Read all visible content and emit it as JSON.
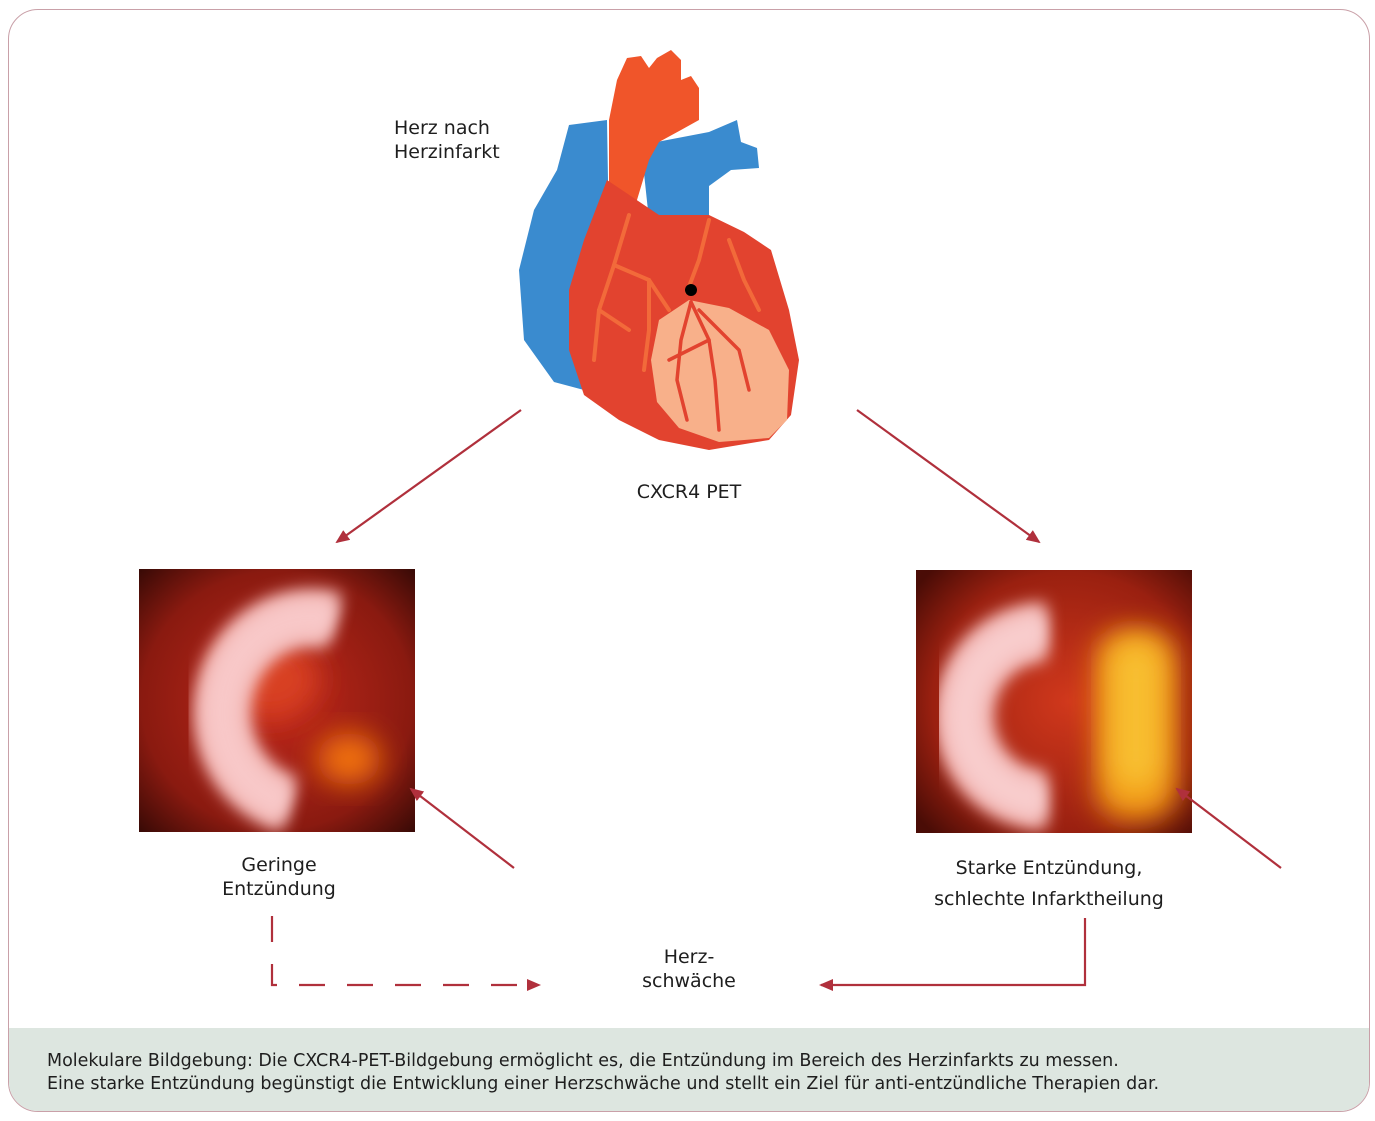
{
  "labels": {
    "heart": [
      "Herz nach",
      "Herzinfarkt"
    ],
    "pet": "CXCR4 PET",
    "left": [
      "Geringe",
      "Entzündung"
    ],
    "right": [
      "Starke Entzündung,",
      "schlechte Infarktheilung"
    ],
    "center": [
      "Herz-",
      "schwäche"
    ]
  },
  "caption": {
    "line1": "Molekulare Bildgebung: Die CXCR4-PET-Bildgebung ermöglicht es, die Entzündung im Bereich des Herzinfarkts zu messen.",
    "line2": "Eine starke Entzündung begünstigt die Entwicklung einer Herzschwäche und stellt ein Ziel für anti-entzündliche Therapien dar."
  },
  "colors": {
    "arrow": "#b0303c",
    "heart_red": "#e2432f",
    "aorta": "#f0552a",
    "vein_blue": "#3a8bcf",
    "infarct": "#f8b08a",
    "caption_bg": "#dde6e0"
  }
}
